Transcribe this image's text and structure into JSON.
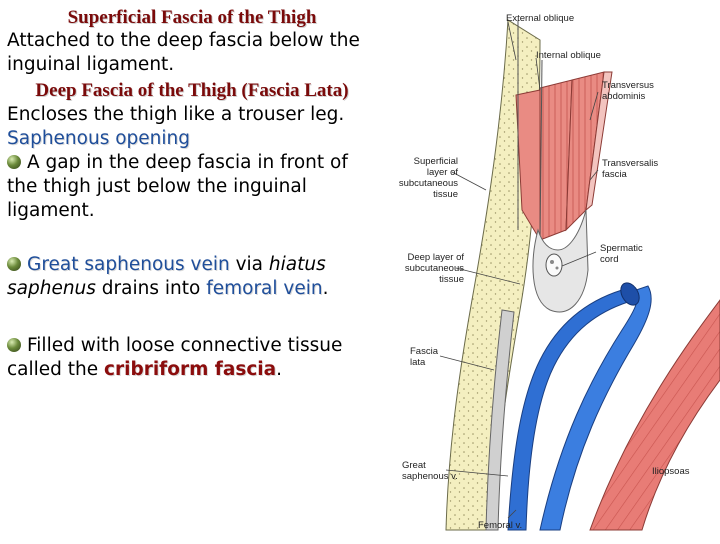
{
  "slide": {
    "heading_superficial": "Superficial Fascia of the Thigh",
    "para_superficial": "Attached to the deep fascia below the inguinal ligament.",
    "heading_deep": "Deep Fascia of the Thigh (Fascia Lata)",
    "para_deep": "Encloses the thigh like a trouser leg.",
    "subheading_saphenous": "Saphenous opening",
    "bullet_1": "A gap in the deep fascia in front of the thigh just below the inguinal ligament.",
    "bullet_2": {
      "vein_name": "Great saphenous vein",
      "text_via": " via ",
      "hiatus_term": "hiatus saphenus",
      "text_drains": " drains into ",
      "target_vein": "femoral vein",
      "end": "."
    },
    "bullet_3": {
      "text": "Filled with loose connective tissue called the ",
      "term": "cribriform fascia",
      "end": "."
    },
    "bullet_icon": "olive-sphere-bullet"
  },
  "diagram": {
    "labels": {
      "external_oblique": "External oblique",
      "internal_oblique": "Internal oblique",
      "transversus_abdominis_1": "Transversus",
      "transversus_abdominis_2": "abdominis",
      "transversalis_fascia_1": "Transversalis",
      "transversalis_fascia_2": "fascia",
      "superficial_layer_1": "Superficial",
      "superficial_layer_2": "layer of",
      "superficial_layer_3": "subcutaneous",
      "superficial_layer_4": "tissue",
      "spermatic_cord_1": "Spermatic",
      "spermatic_cord_2": "cord",
      "deep_layer_1": "Deep layer of",
      "deep_layer_2": "subcutaneous",
      "deep_layer_3": "tissue",
      "fascia_lata_1": "Fascia",
      "fascia_lata_2": "lata",
      "great_saphenous_1": "Great",
      "great_saphenous_2": "saphenous v.",
      "iliopsoas": "Iliopsoas",
      "femoral_v": "Femoral v."
    },
    "colors": {
      "fat_tissue": "#f4efc0",
      "muscle": "#e87c76",
      "vein": "#2f6fd3",
      "fascia": "#d0d0d0"
    }
  }
}
